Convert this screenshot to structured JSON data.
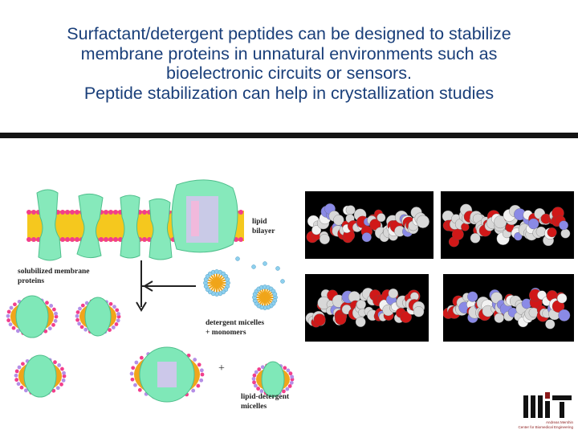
{
  "title_lines": [
    "Surfactant/detergent peptides can be designed to stabilize",
    "membrane proteins in unnatural environments such as",
    "bioelectronic circuits or sensors.",
    "Peptide stabilization can help in crystallization studies"
  ],
  "diagram_labels": {
    "lipid": "lipid",
    "bilayer": "bilayer",
    "solubilized_1": "solubilized membrane",
    "solubilized_2": "proteins",
    "micelles_1": "detergent micelles",
    "micelles_2": "+ monomers",
    "plus": "+",
    "lipid_detergent_1": "lipid-detergent",
    "lipid_detergent_2": "micelles"
  },
  "credit": {
    "name": "Andreas Mershin",
    "org": "Center for Biomedical Engineering"
  },
  "colors": {
    "title": "#1a3f7a",
    "protein": "#7fe8b8",
    "lipid_head": "#f23e8c",
    "lipid_tail": "#f2c21a",
    "detergent_head": "#8ed0ee",
    "detergent_tail": "#f0a51a"
  }
}
